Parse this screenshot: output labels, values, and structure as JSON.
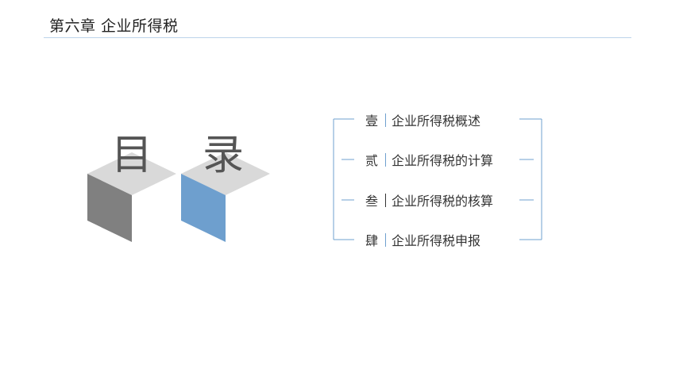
{
  "header": {
    "title": "第六章  企业所得税"
  },
  "colors": {
    "accent": "#6fa0cf",
    "line": "#bcd3ea",
    "gray_face": "#808080",
    "blue_face": "#6e9fce",
    "top_face": "#d9d9d9"
  },
  "hero": {
    "char1": "目",
    "char2": "录"
  },
  "toc": {
    "items": [
      {
        "num": "壹",
        "text": "企业所得税概述"
      },
      {
        "num": "贰",
        "text": "企业所得税的计算"
      },
      {
        "num": "叁",
        "text": "企业所得税的核算"
      },
      {
        "num": "肆",
        "text": "企业所得税申报"
      }
    ]
  }
}
